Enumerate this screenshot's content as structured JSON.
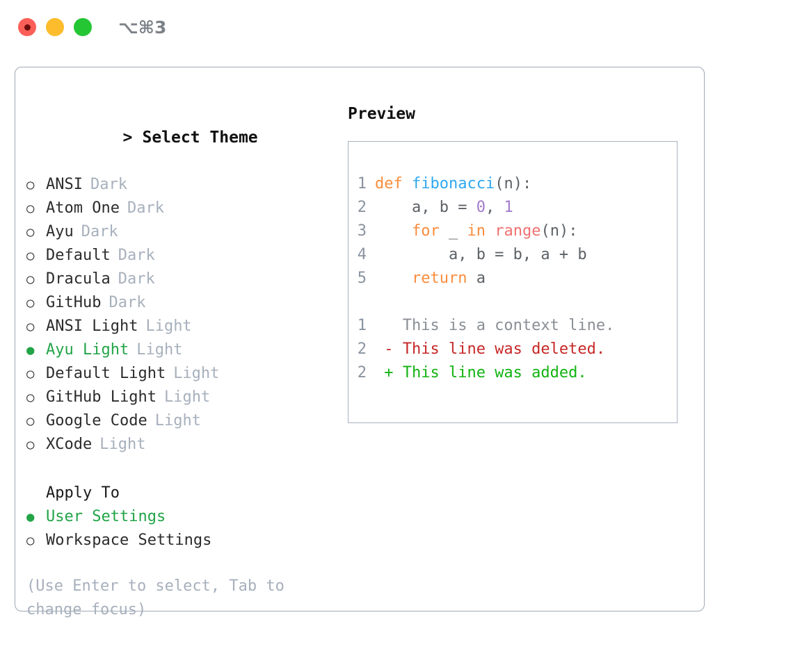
{
  "titlebar": {
    "title": "⌥⌘3",
    "buttons": [
      {
        "name": "close",
        "color": "#FB5F57"
      },
      {
        "name": "minimize",
        "color": "#FDBC2C"
      },
      {
        "name": "zoom",
        "color": "#25C634"
      }
    ]
  },
  "theme_picker": {
    "header_marker": ">",
    "header": "Select Theme",
    "bullet_selected": "●",
    "bullet_unselected": "○",
    "options": [
      {
        "label": "ANSI",
        "tag": "Dark",
        "selected": false
      },
      {
        "label": "Atom One",
        "tag": "Dark",
        "selected": false
      },
      {
        "label": "Ayu",
        "tag": "Dark",
        "selected": false
      },
      {
        "label": "Default",
        "tag": "Dark",
        "selected": false
      },
      {
        "label": "Dracula",
        "tag": "Dark",
        "selected": false
      },
      {
        "label": "GitHub",
        "tag": "Dark",
        "selected": false
      },
      {
        "label": "ANSI Light",
        "tag": "Light",
        "selected": false
      },
      {
        "label": "Ayu Light",
        "tag": "Light",
        "selected": true
      },
      {
        "label": "Default Light",
        "tag": "Light",
        "selected": false
      },
      {
        "label": "GitHub Light",
        "tag": "Light",
        "selected": false
      },
      {
        "label": "Google Code",
        "tag": "Light",
        "selected": false
      },
      {
        "label": "XCode",
        "tag": "Light",
        "selected": false
      }
    ]
  },
  "apply_to": {
    "header": "Apply To",
    "options": [
      {
        "label": "User Settings",
        "selected": true
      },
      {
        "label": "Workspace Settings",
        "selected": false
      }
    ]
  },
  "hint": "(Use Enter to select, Tab to change focus)",
  "preview": {
    "title": "Preview",
    "code_lines": [
      {
        "lineno": "1",
        "tokens": [
          {
            "t": "def ",
            "c": "kw"
          },
          {
            "t": "fibonacci",
            "c": "fn"
          },
          {
            "t": "(n):",
            "c": "txt"
          }
        ]
      },
      {
        "lineno": "2",
        "tokens": [
          {
            "t": "    a, b = ",
            "c": "txt"
          },
          {
            "t": "0",
            "c": "num"
          },
          {
            "t": ", ",
            "c": "txt"
          },
          {
            "t": "1",
            "c": "num"
          }
        ]
      },
      {
        "lineno": "3",
        "tokens": [
          {
            "t": "    ",
            "c": "txt"
          },
          {
            "t": "for",
            "c": "kw"
          },
          {
            "t": " _ ",
            "c": "txt"
          },
          {
            "t": "in",
            "c": "kw"
          },
          {
            "t": " ",
            "c": "txt"
          },
          {
            "t": "range",
            "c": "bi"
          },
          {
            "t": "(n):",
            "c": "txt"
          }
        ]
      },
      {
        "lineno": "4",
        "tokens": [
          {
            "t": "        a, b = b, a + b",
            "c": "txt"
          }
        ]
      },
      {
        "lineno": "5",
        "tokens": [
          {
            "t": "    ",
            "c": "txt"
          },
          {
            "t": "return",
            "c": "kw"
          },
          {
            "t": " a",
            "c": "txt"
          }
        ]
      }
    ],
    "diff_lines": [
      {
        "lineno": "1",
        "kind": "ctx",
        "text": "   This is a context line."
      },
      {
        "lineno": "2",
        "kind": "del",
        "text": " - This line was deleted."
      },
      {
        "lineno": "2",
        "kind": "add",
        "text": " + This line was added."
      }
    ]
  },
  "colors": {
    "accent_green": "#22A447",
    "muted_tag": "#A7B0BC",
    "panel_border": "#9FA8B5",
    "preview_border": "#A8B3C2",
    "keyword": "#FA8D3E",
    "function": "#2FA8EF",
    "number": "#A37ACC",
    "builtin": "#F07171",
    "diff_delete": "#C62828",
    "diff_add": "#12B312",
    "lineno": "#8A93A0"
  }
}
